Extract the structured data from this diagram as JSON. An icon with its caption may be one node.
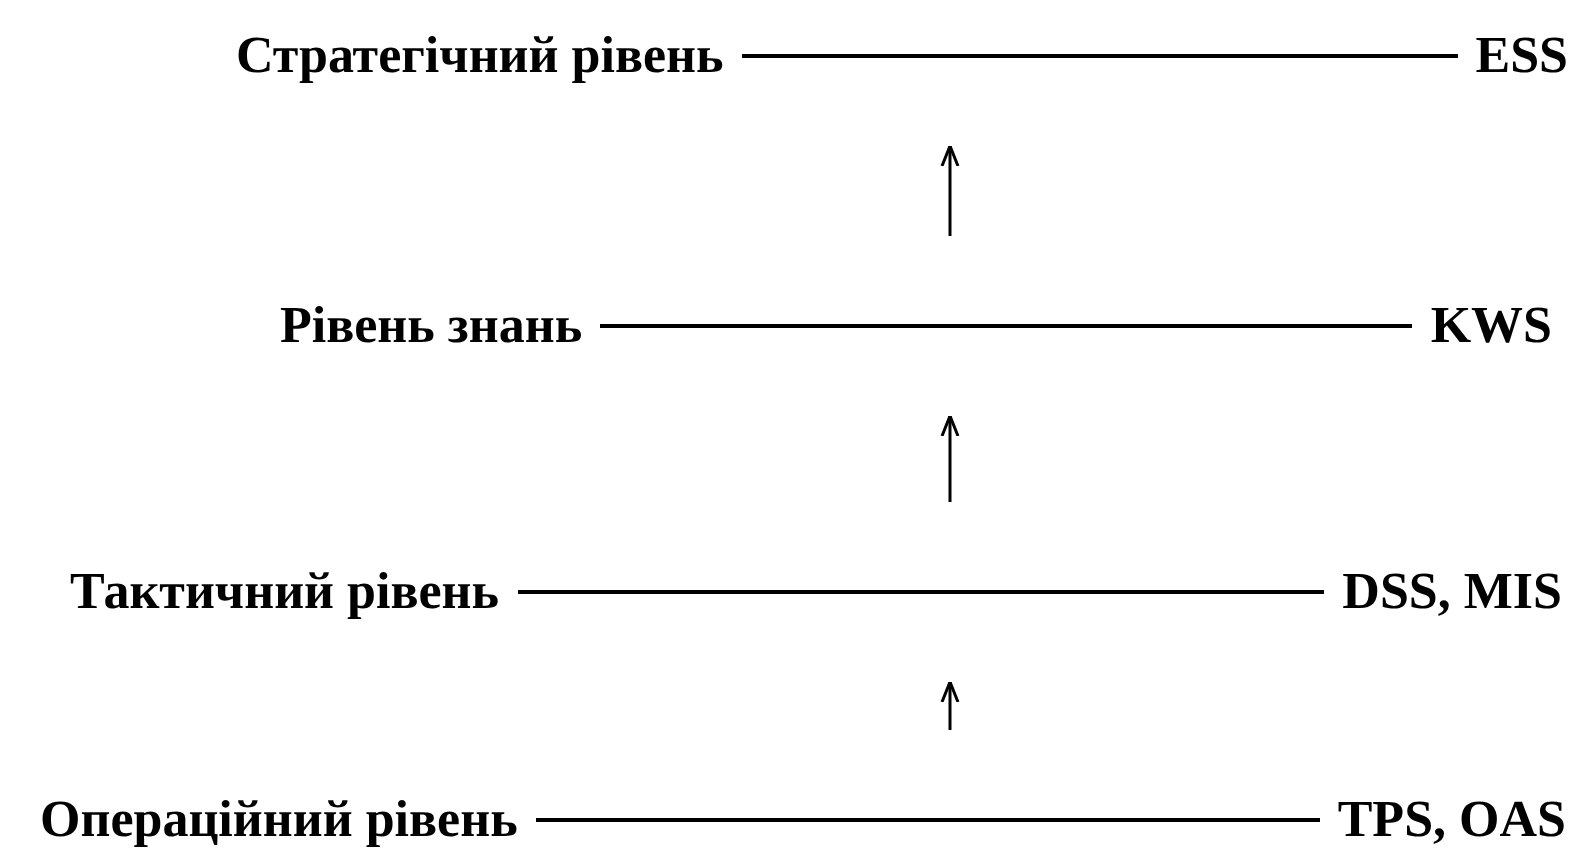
{
  "diagram": {
    "nodes": [
      {
        "text": [
          "Стратегічний рівень",
          "ESS"
        ]
      },
      {
        "text": [
          "Рівень знань",
          "KWS"
        ]
      },
      {
        "text": [
          "Тактичний рівень",
          "DSS, MIS"
        ]
      },
      {
        "text": [
          "Операційний рівень",
          "TPS, OAS"
        ]
      }
    ],
    "edges": [
      {
        "from": 3,
        "to": 2,
        "arrow": "to"
      },
      {
        "from": 2,
        "to": 1,
        "arrow": "to"
      },
      {
        "from": 1,
        "to": 0,
        "arrow": "to"
      }
    ]
  }
}
